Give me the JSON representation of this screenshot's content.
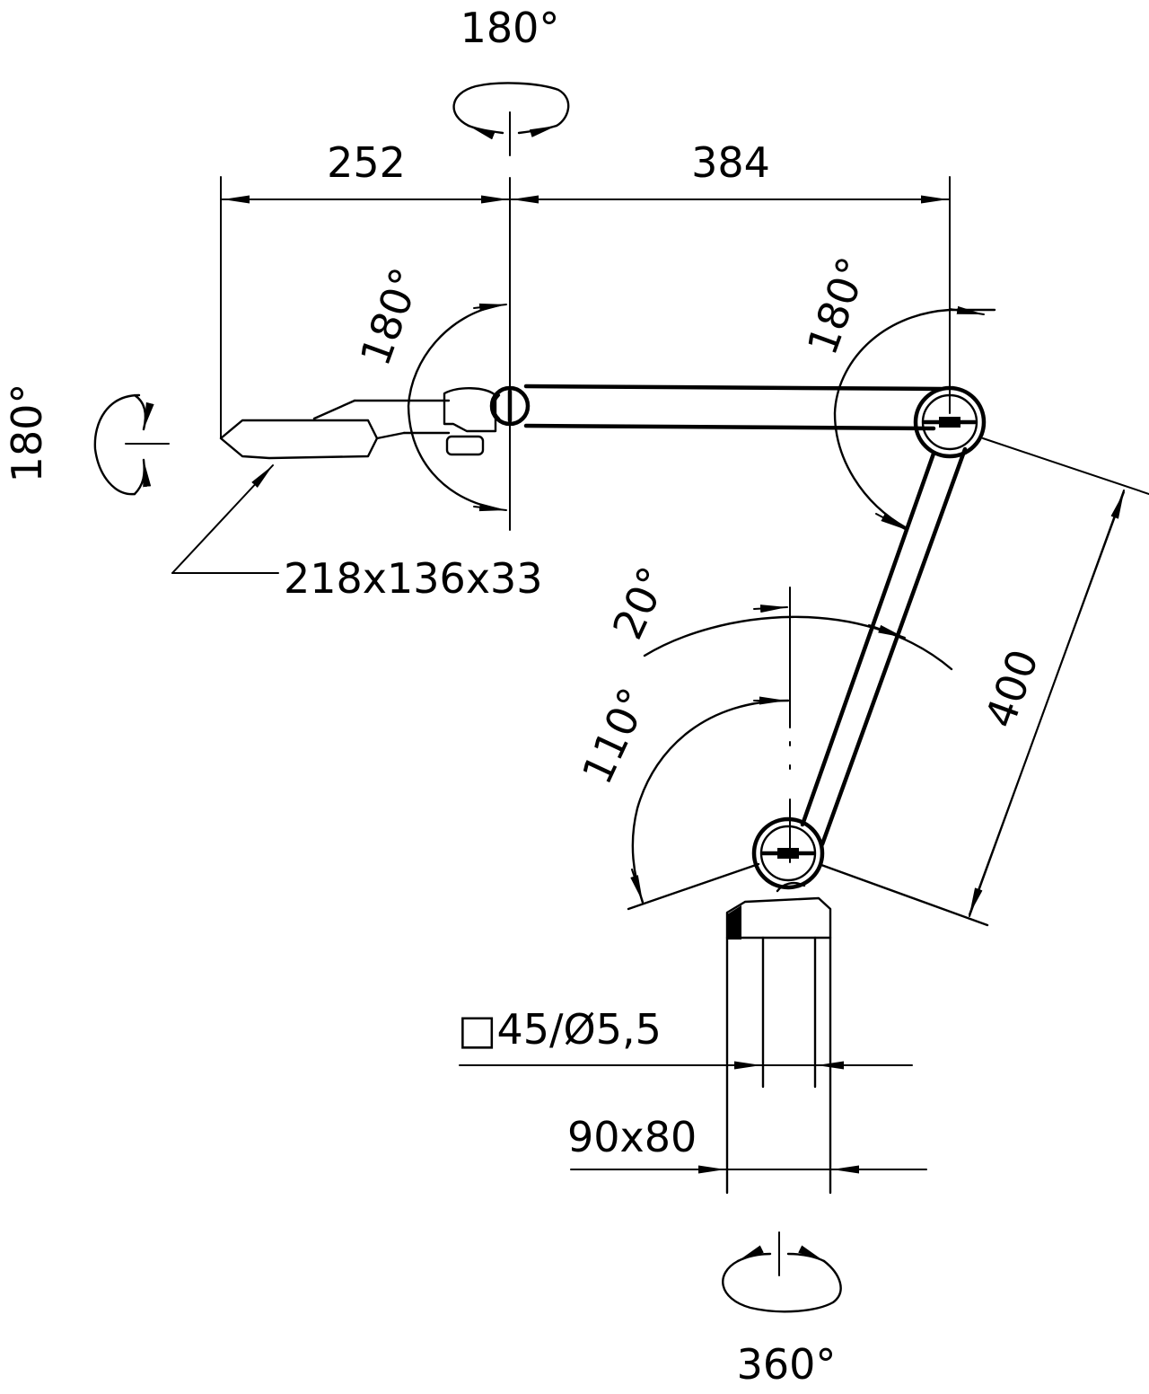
{
  "labels": {
    "top_rotation": "180°",
    "dim_left": "252",
    "dim_right": "384",
    "head_rotation": "180°",
    "left_joint_rotation": "180°",
    "right_joint_rotation": "180°",
    "head_size": "218x136x33",
    "lower_angle_a": "20°",
    "lower_angle_b": "110°",
    "dim_arm": "400",
    "mount": "□45/Ø5,5",
    "base": "90x80",
    "bottom_rotation": "360°"
  },
  "colors": {
    "line": "#000000",
    "background": "#ffffff"
  }
}
